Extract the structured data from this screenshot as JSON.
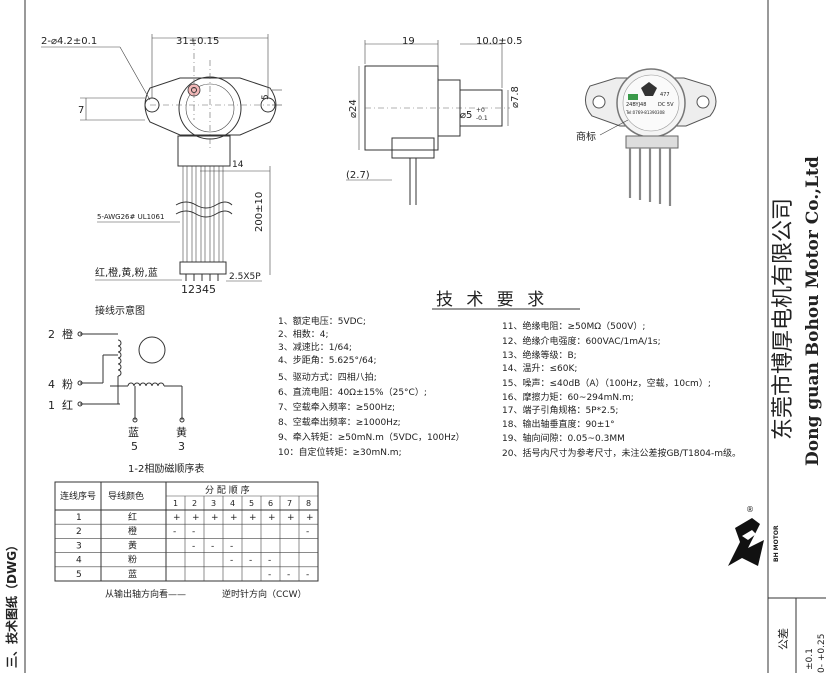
{
  "dimensions": {
    "holes": "2-⌀4.2±0.1",
    "width_31": "31±0.15",
    "h7": "7",
    "h5": "5",
    "l14": "14",
    "len200": "200±10",
    "depth19": "19",
    "shaft10": "10.0±0.5",
    "dia24": "⌀24",
    "dia7": "⌀7.8",
    "shaft5": "⌀5",
    "shaft5_tol_top": "+0",
    "shaft5_tol_bot": "-0.1",
    "p27": "(2.7)",
    "pitch": "2.5X5P"
  },
  "wire_spec": "5-AWG26# UL1061",
  "wire_colors": "红,橙,黄,粉,蓝",
  "pin_numbers": "12345",
  "trademark_label": "商标",
  "motor_label": {
    "model": "24BYJ48",
    "voltage": "DC 5V",
    "tel": "Tel:0769-81390308",
    "brand": "BH MOTOR",
    "lot": "477"
  },
  "tech_title": "技 术 要 求",
  "specs_left": [
    "1、额定电压：5VDC;",
    "2、相数：4;",
    "3、减速比：1/64;",
    "4、步距角：5.625°/64;",
    "5、驱动方式：四相八拍;",
    "6、直流电阻：40Ω±15%（25°C）;",
    "7、空载牵入频率：≥500Hz;",
    "8、空载牵出频率：≥1000Hz;",
    "9、牵入转矩：≥50mN.m（5VDC，100Hz）",
    "10：自定位转矩：≥30mN.m;"
  ],
  "specs_right": [
    "11、绝缘电阻：≥50MΩ（500V）;",
    "12、绝缘介电强度：600VAC/1mA/1s;",
    "13、绝缘等级：B;",
    "14、温升：≤60K;",
    "15、噪声：≤40dB（A）（100Hz，空载，10cm）;",
    "16、摩擦力矩：60~294mN.m;",
    "17、端子引角规格：5P*2.5;",
    "18、输出轴垂直度：90±1°",
    "19、轴向间隙：0.05~0.3MM",
    "20、括号内尺寸为参考尺寸，未注公差按GB/T1804-m级。"
  ],
  "wiring": {
    "title": "接线示意图",
    "orange": "橙",
    "pink": "粉",
    "red": "红",
    "blue": "蓝",
    "yellow": "黄",
    "n2": "2",
    "n4": "4",
    "n1": "1",
    "n5": "5",
    "n3": "3"
  },
  "sequence": {
    "title": "1-2相励磁顺序表",
    "head_seq": "连线序号",
    "head_color": "导线颜色",
    "head_dist": "分 配 顺 序",
    "steps": [
      "1",
      "2",
      "3",
      "4",
      "5",
      "6",
      "7",
      "8"
    ],
    "rows": [
      {
        "no": "1",
        "color": "红",
        "cells": [
          "+",
          "+",
          "+",
          "+",
          "+",
          "+",
          "+",
          "+"
        ]
      },
      {
        "no": "2",
        "color": "橙",
        "cells": [
          "-",
          "-",
          "",
          "",
          "",
          "",
          "",
          "-"
        ]
      },
      {
        "no": "3",
        "color": "黄",
        "cells": [
          "",
          "-",
          "-",
          "-",
          "",
          "",
          "",
          ""
        ]
      },
      {
        "no": "4",
        "color": "粉",
        "cells": [
          "",
          "",
          "",
          "-",
          "-",
          "-",
          "",
          ""
        ]
      },
      {
        "no": "5",
        "color": "蓝",
        "cells": [
          "",
          "",
          "",
          "",
          "",
          "-",
          "-",
          "-"
        ]
      }
    ],
    "footer_left": "从输出轴方向看——",
    "footer_right": "逆时针方向（CCW）"
  },
  "company_cn": "东莞市博厚电机有限公司",
  "company_en": "Dong guan Bohou Motor Co.,Ltd",
  "logo_text": "BH MOTOR",
  "logo_registered": "®",
  "section_label": "三、技术图纸（DWG）",
  "tolerance_label": "公差",
  "tolerance_1": "±0.1",
  "tolerance_2": "0- +0.25"
}
